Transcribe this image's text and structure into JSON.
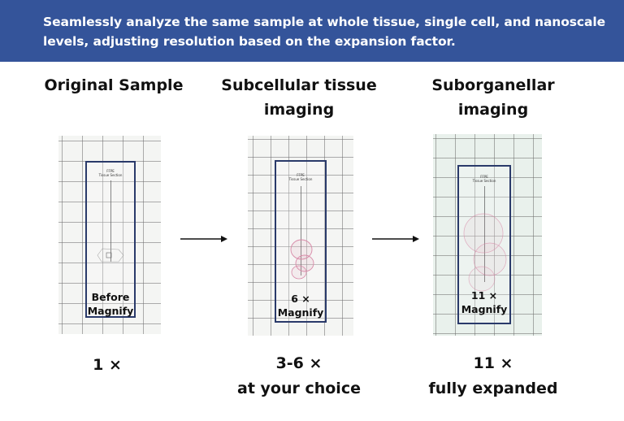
{
  "banner": {
    "text": "Seamlessly analyze the same sample at whole tissue, single cell, and nanoscale levels, adjusting resolution based on the expansion factor."
  },
  "stages": [
    {
      "title_lines": [
        "Original Sample"
      ],
      "slide_label": [
        "FFPE",
        "Tissue Section"
      ],
      "magnify_lines": [
        "Before",
        "Magnify"
      ],
      "factor_lines": [
        "1 ×"
      ]
    },
    {
      "title_lines": [
        "Subcellular tissue",
        "imaging"
      ],
      "slide_label": [
        "FFPE",
        "Tissue Section"
      ],
      "magnify_lines": [
        "6 ×",
        "Magnify"
      ],
      "factor_lines": [
        "3-6 ×",
        "at your choice"
      ]
    },
    {
      "title_lines": [
        "Suborganellar",
        "imaging"
      ],
      "slide_label": [
        "FFPE",
        "Tissue Section"
      ],
      "magnify_lines": [
        "11 ×",
        "Magnify"
      ],
      "factor_lines": [
        "11 ×",
        "fully expanded"
      ]
    }
  ],
  "colors": {
    "banner": "#34549a",
    "slide_border": "#2a3a6a",
    "tissue_pink": "#d88aa8",
    "arrow": "#111111"
  },
  "icons": [
    "right-arrow-icon",
    "right-arrow-icon"
  ]
}
